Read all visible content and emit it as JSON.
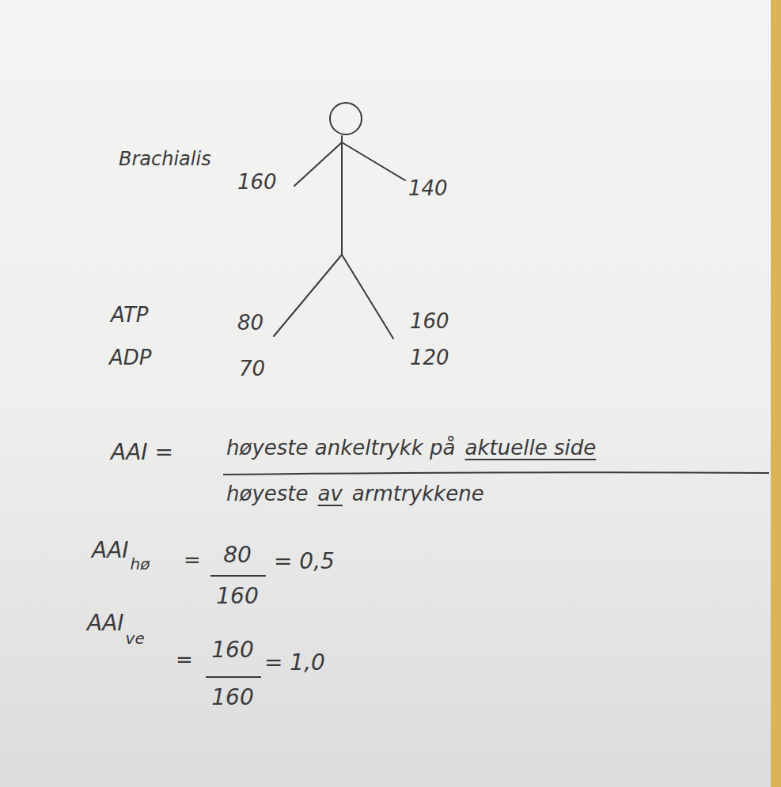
{
  "diagram": {
    "labels": [
      "Brachialis",
      "160",
      "140",
      "ATP",
      "80",
      "160",
      "ADP",
      "70",
      "120",
      "AAI =",
      "høyeste ankeltrykk på",
      "aktuelle side",
      "høyeste",
      "av",
      "armtrykkene",
      "AAI",
      "hø",
      "=",
      "80",
      "160",
      "= 0,5",
      "AAI",
      "ve",
      "=",
      "160",
      "160",
      "= 1,0"
    ]
  }
}
